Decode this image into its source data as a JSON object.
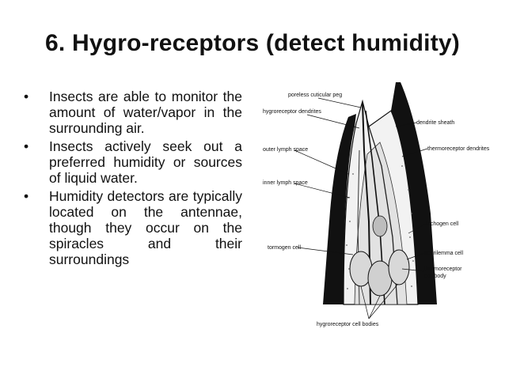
{
  "slide": {
    "title": "6. Hygro-receptors (detect humidity)",
    "bullet_glyph": "•",
    "bullets": [
      "Insects are able to monitor the amount of water/vapor in the surrounding air.",
      "Insects actively seek out a preferred humidity or sources of liquid water.",
      "Humidity detectors are typically located on the antennae, though they occur on the spiracles and their surroundings"
    ]
  },
  "figure": {
    "labels": {
      "poreless_peg": "poreless cuticular peg",
      "hygro_dendrites": "hygroreceptor dendrites",
      "dendrite_sheath": "dendrite sheath",
      "thermo_dendrites": "thermoreceptor dendrites",
      "outer_lymph": "outer lymph space",
      "inner_lymph": "inner lymph space",
      "trichogen": "trichogen cell",
      "tormogen": "tormogen cell",
      "neurilemma": "neurilemma cell",
      "thermo_body_1": "thermoreceptor",
      "thermo_body_2": "cell body",
      "hygro_bodies": "hygroreceptor cell bodies"
    }
  }
}
